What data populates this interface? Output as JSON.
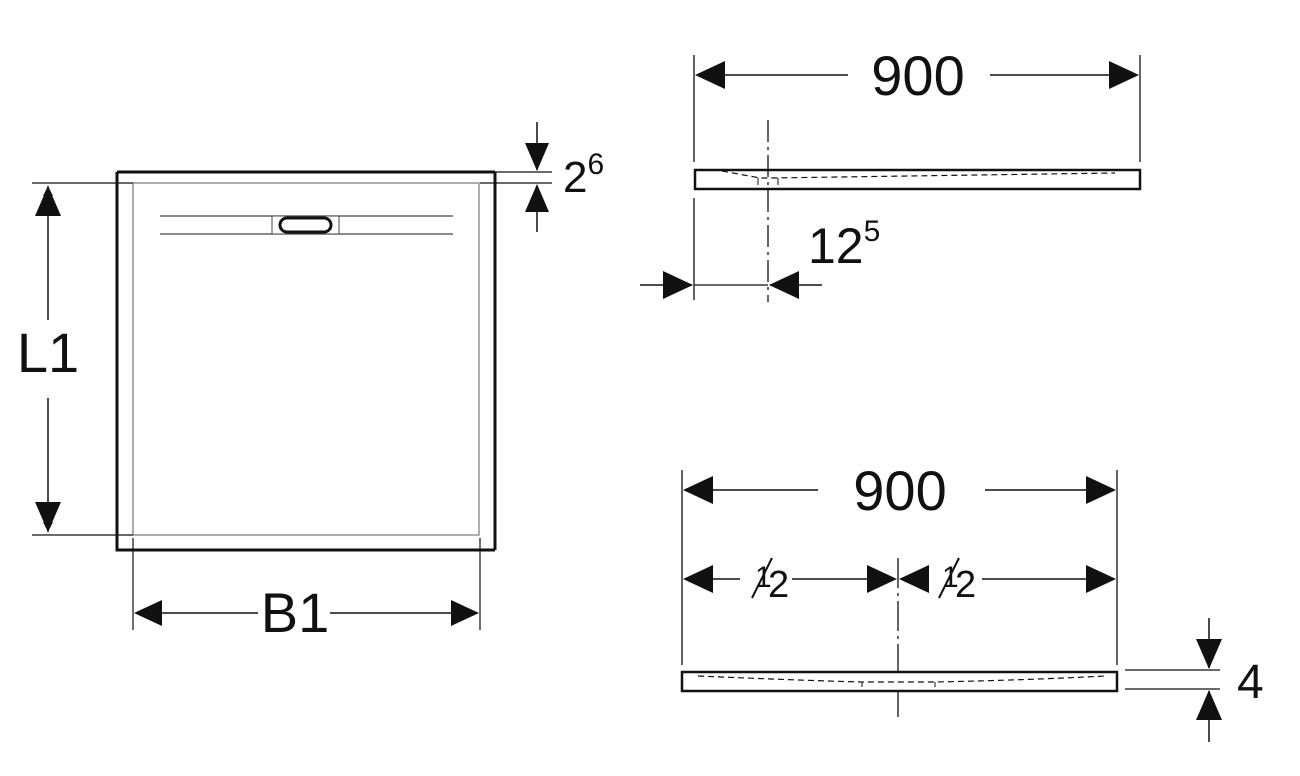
{
  "colors": {
    "ink": "#111111",
    "thin": "#555555",
    "paper": "#ffffff"
  },
  "plan_view": {
    "length_label": "L1",
    "width_label": "B1",
    "edge_offset": {
      "base": "2",
      "sup": "6"
    }
  },
  "side_view_1": {
    "overall": "900",
    "drain_offset": {
      "base": "12",
      "sup": "5"
    }
  },
  "side_view_2": {
    "overall": "900",
    "half_left": {
      "num": "1",
      "den": "2"
    },
    "half_right": {
      "num": "1",
      "den": "2"
    },
    "thickness": "4"
  }
}
